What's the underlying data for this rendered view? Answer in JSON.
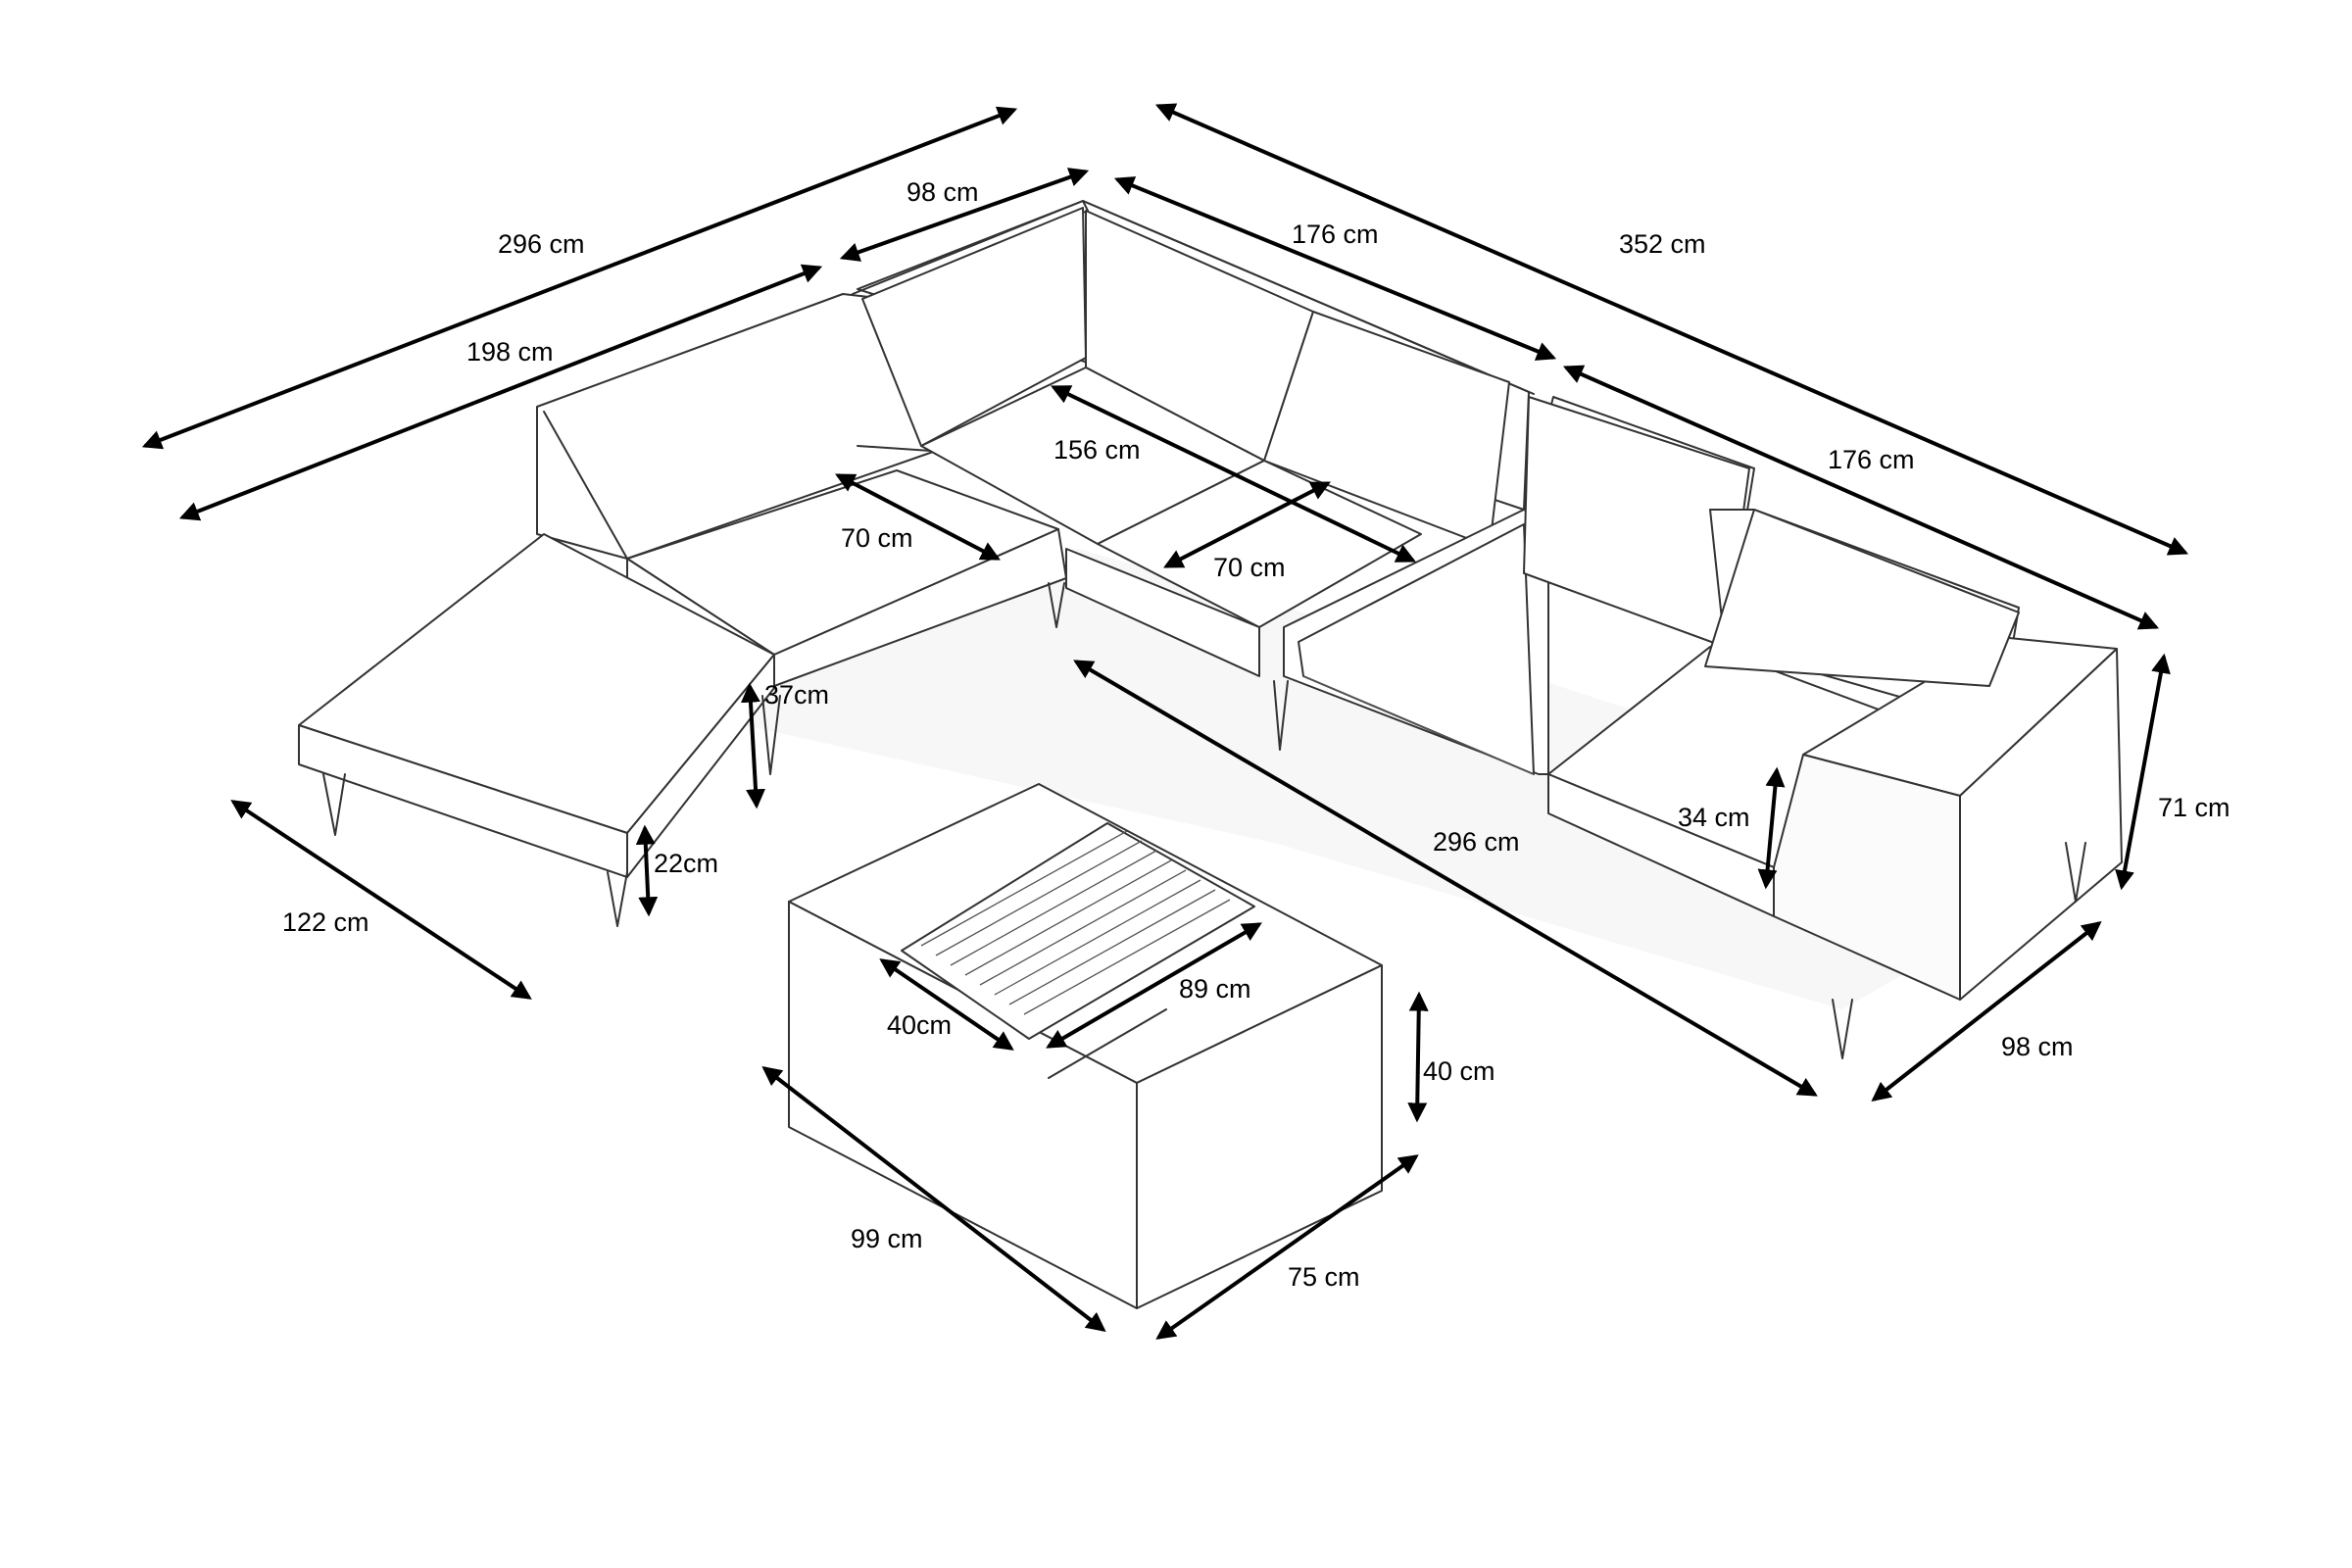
{
  "dimensions": {
    "total_left_length": "296 cm",
    "left_sofa_length": "198 cm",
    "corner_width": "98 cm",
    "back_section_length": "176 cm",
    "total_right_length": "352 cm",
    "right_section_length": "176 cm",
    "inner_back_length": "156 cm",
    "seat_depth_left": "70 cm",
    "seat_depth_center": "70 cm",
    "seat_height_left": "37cm",
    "leg_height": "22cm",
    "chaise_width": "122 cm",
    "front_length": "296 cm",
    "armrest_height": "34 cm",
    "back_height": "71 cm",
    "right_depth": "98 cm",
    "table_top_width": "89 cm",
    "table_top_depth": "40cm",
    "table_height": "40 cm",
    "table_length": "99 cm",
    "table_width": "75 cm"
  }
}
